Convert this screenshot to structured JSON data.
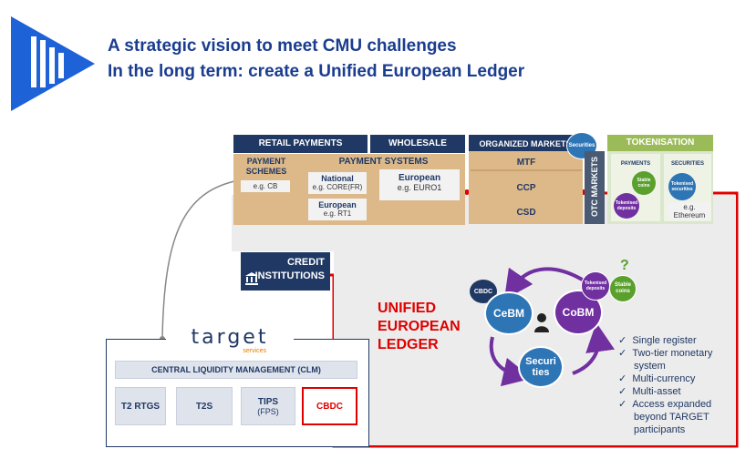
{
  "title": {
    "line1": "A strategic vision to meet CMU challenges",
    "line2": "In the long term: create a Unified European Ledger"
  },
  "top": {
    "retail": "RETAIL PAYMENTS",
    "wholesale": "WHOLESALE",
    "organized": "ORGANIZED MARKETS",
    "securities_badge": "Securities",
    "tokenisation": "TOKENISATION",
    "payment_schemes": "PAYMENT SCHEMES",
    "payment_schemes_eg": "e.g. CB",
    "payment_systems": "PAYMENT SYSTEMS",
    "national": "National",
    "national_eg": "e.g. CORE(FR)",
    "european1": "European",
    "european1_eg": "e.g. RT1",
    "european2": "European",
    "european2_eg": "e.g. EURO1",
    "mtf": "MTF",
    "ccp": "CCP",
    "csd": "CSD",
    "otc": "OTC MARKETS",
    "tok_payments": "PAYMENTS",
    "tok_securities": "SECURITIES",
    "stable_coins": "Stable coins",
    "tokenised_deposits": "Tokenised deposits",
    "tokenised_securities": "Tokenised securities",
    "eth_eg": "e.g.",
    "ethereum": "Ethereum"
  },
  "credit": {
    "line1": "CREDIT",
    "line2": "INSTITUTIONS"
  },
  "ledger": {
    "line1": "UNIFIED",
    "line2": "EUROPEAN",
    "line3": "LEDGER"
  },
  "cycle": {
    "cbdc": "CBDC",
    "cebm": "CeBM",
    "cobm": "CoBM",
    "tok_deposits": "Tokenised deposits",
    "stable": "Stable coins",
    "question": "?",
    "securities_l1": "Securi",
    "securities_l2": "ties"
  },
  "checklist": [
    "Single register",
    "Two-tier monetary",
    "system",
    "Multi-currency",
    "Multi-asset",
    "Access expanded",
    "beyond TARGET",
    "participants"
  ],
  "target": {
    "logo": "target",
    "services": "services",
    "clm": "CENTRAL LIQUIDITY MANAGEMENT (CLM)",
    "t2rtgs": "T2 RTGS",
    "t2s": "T2S",
    "tips": "TIPS",
    "tips_sub": "(FPS)",
    "cbdc": "CBDC"
  },
  "colors": {
    "navy": "#203864",
    "title_blue": "#1a3d8f",
    "tan": "#ddb98a",
    "green": "#9bbb59",
    "red": "#e00000",
    "purple": "#7030a0",
    "blue": "#2e75b6"
  }
}
